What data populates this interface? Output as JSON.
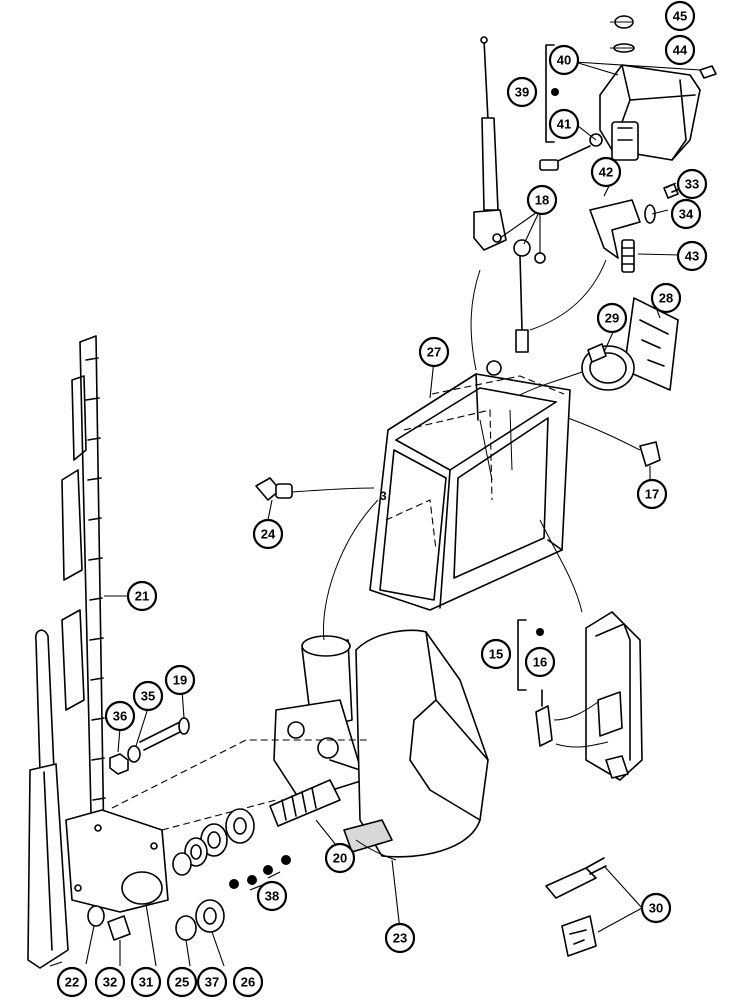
{
  "callouts": [
    {
      "id": "c45",
      "label": "45"
    },
    {
      "id": "c44",
      "label": "44"
    },
    {
      "id": "c40",
      "label": "40"
    },
    {
      "id": "c39",
      "label": "39"
    },
    {
      "id": "c41",
      "label": "41"
    },
    {
      "id": "c33",
      "label": "33"
    },
    {
      "id": "c34",
      "label": "34"
    },
    {
      "id": "c42",
      "label": "42"
    },
    {
      "id": "c18",
      "label": "18"
    },
    {
      "id": "c43",
      "label": "43"
    },
    {
      "id": "c28",
      "label": "28"
    },
    {
      "id": "c29",
      "label": "29"
    },
    {
      "id": "c27",
      "label": "27"
    },
    {
      "id": "c17",
      "label": "17"
    },
    {
      "id": "c24",
      "label": "24"
    },
    {
      "id": "c21",
      "label": "21"
    },
    {
      "id": "c15",
      "label": "15"
    },
    {
      "id": "c16",
      "label": "16"
    },
    {
      "id": "c19",
      "label": "19"
    },
    {
      "id": "c35",
      "label": "35"
    },
    {
      "id": "c36",
      "label": "36"
    },
    {
      "id": "c20",
      "label": "20"
    },
    {
      "id": "c38",
      "label": "38"
    },
    {
      "id": "c23",
      "label": "23"
    },
    {
      "id": "c30",
      "label": "30"
    },
    {
      "id": "c22",
      "label": "22"
    },
    {
      "id": "c32",
      "label": "32"
    },
    {
      "id": "c31",
      "label": "31"
    },
    {
      "id": "c25",
      "label": "25"
    },
    {
      "id": "c37",
      "label": "37"
    },
    {
      "id": "c26",
      "label": "26"
    }
  ],
  "inline_marks": {
    "cab_mark": "3"
  }
}
